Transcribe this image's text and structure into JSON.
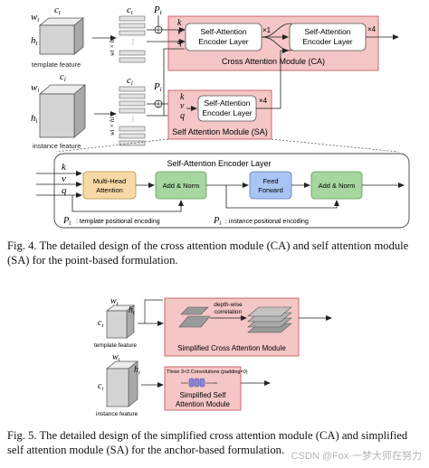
{
  "fig4": {
    "cross": {
      "ct": "c",
      "ct_sub": "t",
      "wt": "w",
      "wt_sub": "t",
      "ht": "h",
      "ht_sub": "t",
      "template_caption": "template feature",
      "stack_label": "wt × ht",
      "pt": "P",
      "pt_sub": "t",
      "in_k": "k",
      "in_v": "v",
      "in_q": "q",
      "enc1": [
        "Self-Attention",
        "Encoder Layer"
      ],
      "x1": "×1",
      "enc2": [
        "Self-Attention",
        "Encoder Layer"
      ],
      "x4": "×4",
      "module_title": "Cross Attention Module (CA)"
    },
    "self": {
      "ci": "c",
      "ci_sub": "i",
      "wi": "w",
      "wi_sub": "i",
      "hi": "h",
      "hi_sub": "i",
      "instance_caption": "instance feature",
      "stack_label": "wi × hi",
      "pi": "P",
      "pi_sub": "i",
      "in_k": "k",
      "in_v": "v",
      "in_q": "q",
      "enc": [
        "Self-Attention",
        "Encoder Layer"
      ],
      "x4": "×4",
      "module_title": "Self Attention Module (SA)"
    },
    "encoder": {
      "title": "Self-Attention Encoder Layer",
      "in_k": "k",
      "in_v": "v",
      "in_q": "q",
      "mha": [
        "Multi-Head",
        "Attention"
      ],
      "add1": "Add & Norm",
      "ff": [
        "Feed",
        "Forward"
      ],
      "add2": "Add & Norm",
      "pt_note_sym": "P",
      "pt_note_sub": "t",
      "pt_note": ": template positional encoding",
      "pi_note_sym": "P",
      "pi_note_sub": "i",
      "pi_note": ": instance positional encoding"
    },
    "caption": "Fig. 4.   The detailed design of the cross attention module (CA) and self attention module (SA) for the point-based formulation."
  },
  "fig5": {
    "wt": "w",
    "wt_sub": "t",
    "ht": "h",
    "ht_sub": "t",
    "ct": "c",
    "ct_sub": "t",
    "template_caption": "template feature",
    "dw_label": [
      "depth-wise",
      "correlation"
    ],
    "sca_title": "Simplified Cross Attention Module",
    "wi": "w",
    "wi_sub": "i",
    "hi": "h",
    "hi_sub": "i",
    "ci": "c",
    "ci_sub": "i",
    "instance_caption": "instance feature",
    "conv_label": "Three 3×3 Convolutions (padding=0)",
    "ssa_title": [
      "Simplified Self",
      "Attention Module"
    ],
    "caption": "Fig. 5.   The detailed design of the simplified cross attention module (CA) and simplified self attention module (SA) for the anchor-based formulation."
  },
  "watermark": "CSDN @Fox·一梦大师在努力",
  "colors": {
    "module_fill": "#f4c6c6",
    "module_stroke": "#c66060",
    "mha_fill": "#f8d9a6",
    "add_fill": "#a6d7a0",
    "ff_fill": "#a8c4f2",
    "conv_fill": "#8a86d8"
  }
}
